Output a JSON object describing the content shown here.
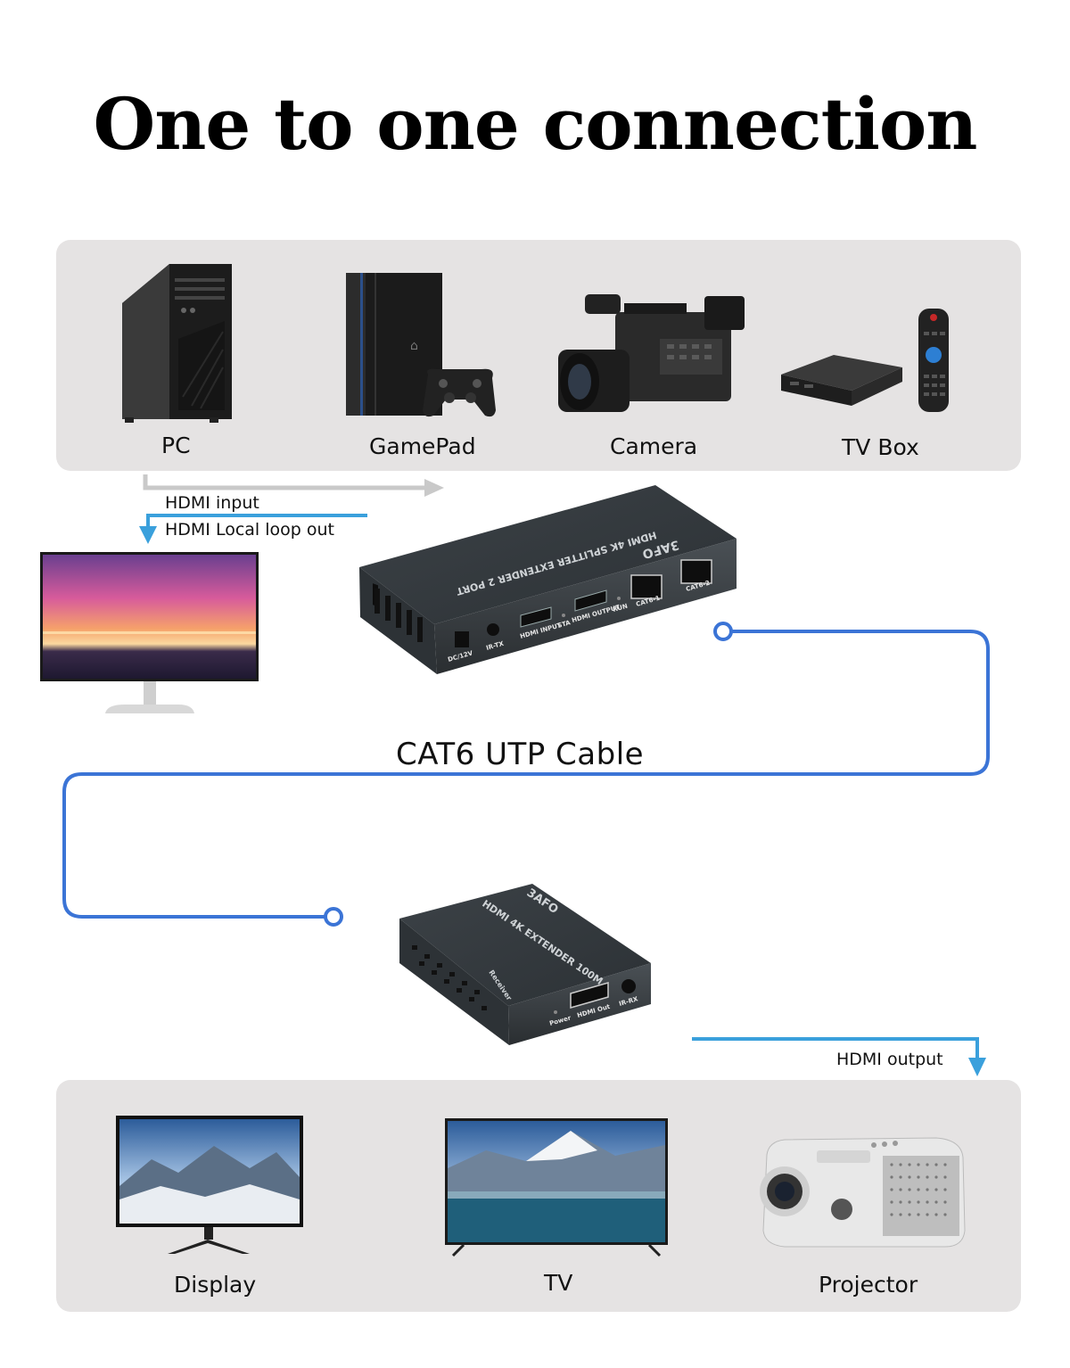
{
  "title": "One to one connection",
  "sources": [
    {
      "label": "PC",
      "icon": "pc-tower-icon"
    },
    {
      "label": "GamePad",
      "icon": "game-console-icon"
    },
    {
      "label": "Camera",
      "icon": "camcorder-icon"
    },
    {
      "label": "TV Box",
      "icon": "tv-box-icon"
    }
  ],
  "arrows": {
    "hdmi_input": "HDMI input",
    "hdmi_loop_out": "HDMI Local loop out",
    "hdmi_output": "HDMI output"
  },
  "cable_label": "CAT6 UTP Cable",
  "transmitter": {
    "brand": "3AFO",
    "model": "HDMI 4K SPLITTER EXTENDER 2 PORT",
    "ports": [
      "DC/12V",
      "IR-TX",
      "HDMI INPUT",
      "STA",
      "HDMI OUTPUT",
      "RUN",
      "CAT6-1",
      "CAT6-2"
    ]
  },
  "receiver": {
    "brand": "3AFO",
    "model": "HDMI 4K EXTENDER 100M",
    "side": "Receiver",
    "ports": [
      "Power",
      "HDMI Out",
      "IR-RX"
    ]
  },
  "outputs": [
    {
      "label": "Display",
      "icon": "monitor-icon"
    },
    {
      "label": "TV",
      "icon": "tv-icon"
    },
    {
      "label": "Projector",
      "icon": "projector-icon"
    }
  ],
  "colors": {
    "accent_blue": "#3aa0dc",
    "cable_blue": "#3b74d6",
    "input_gray": "#c9c9c9",
    "panel_bg": "#e5e3e3"
  }
}
